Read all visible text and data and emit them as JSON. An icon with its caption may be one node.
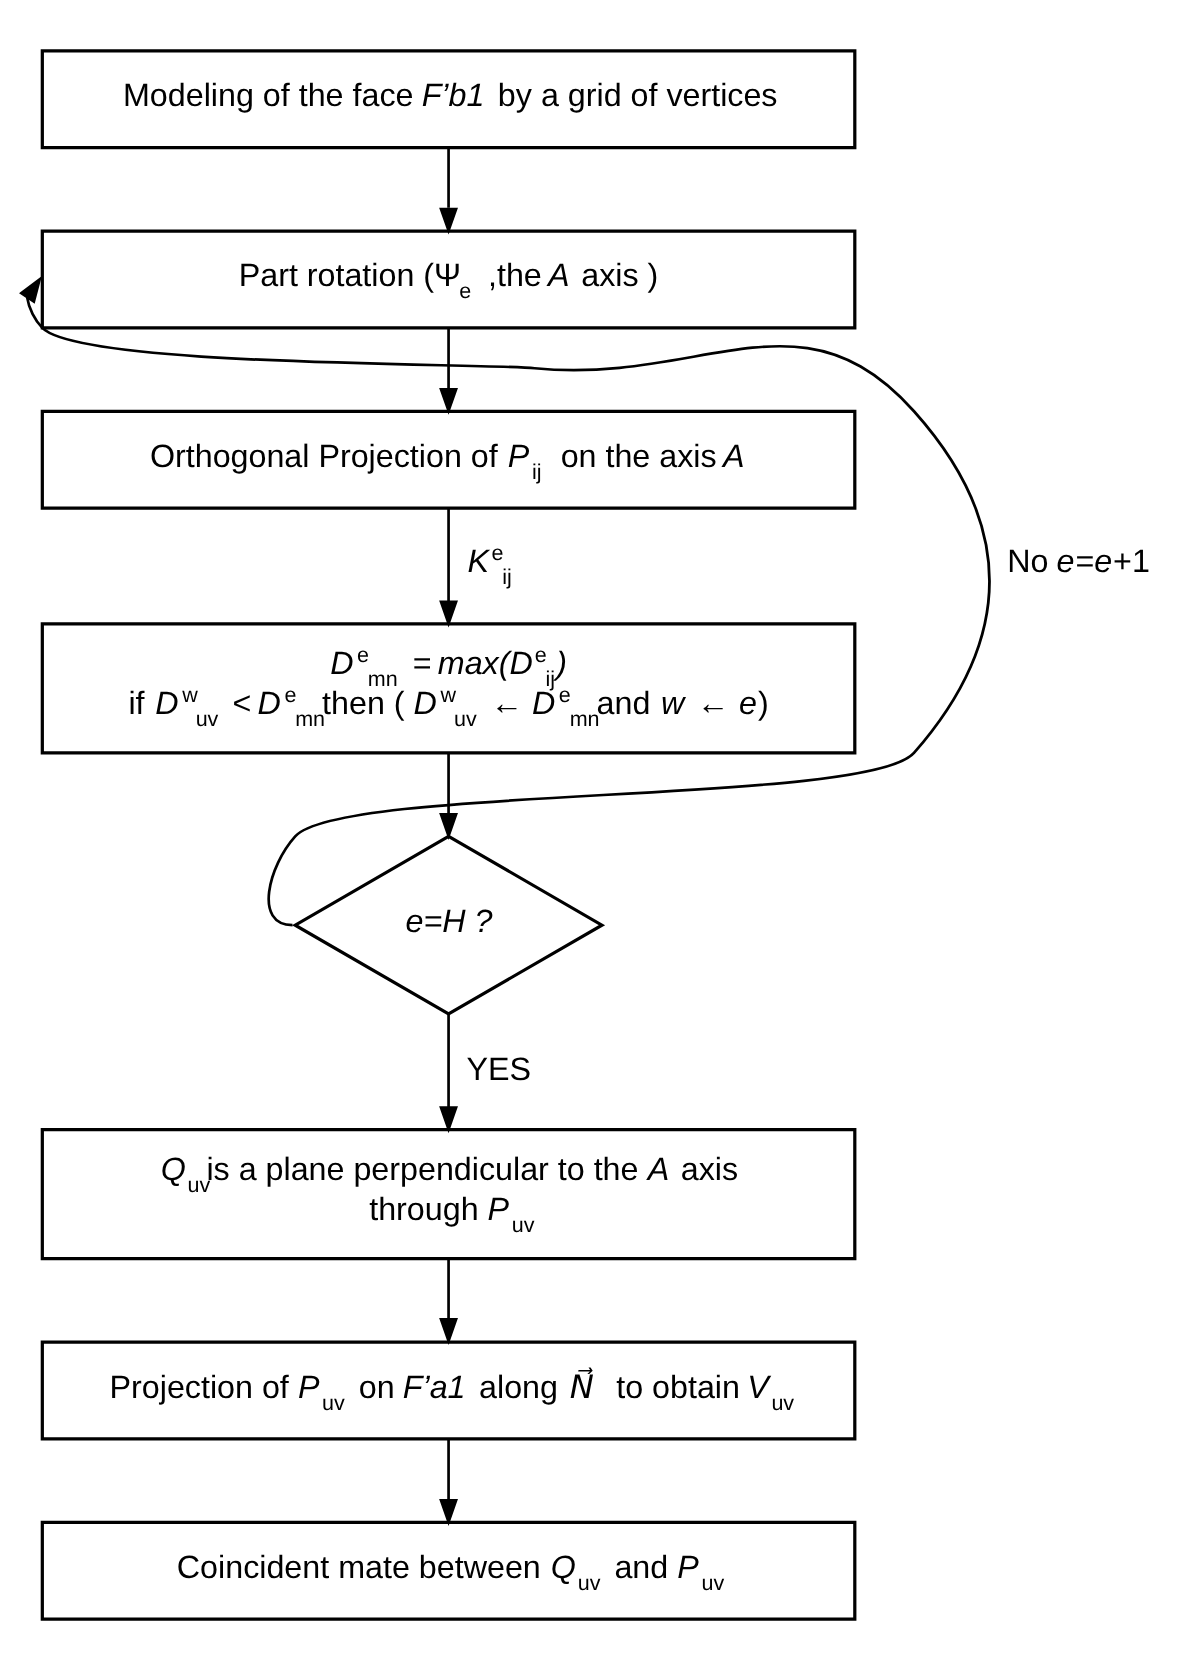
{
  "diagram": {
    "nodes": [
      {
        "text": [
          "Modeling of the face *F’b1* by a grid of vertices"
        ]
      },
      {
        "text": [
          "Part rotation (Ψ$_{e}$ ,the *A* axis )"
        ]
      },
      {
        "text": [
          "Orthogonal Projection of *P*$_{ij}$ on the axis *A*"
        ]
      },
      {
        "text": [
          "*D*$^{e}$$_{mn}$ = *max(D*$^{e}$$_{ij}$*)*",
          "if *D*$^{w}$$_{uv}$ < *D*$^{e}$$_{mn}$then ( *D*$^{w}$$_{uv}$ ← *D*$^{e}$$_{mn}$and *w* ← *e*)"
        ]
      },
      {
        "text": [
          "*e=H ?*"
        ]
      },
      {
        "text": [
          "*Q*$_{uv}$is a plane perpendicular to the *A* axis through *P*$_{uv}$"
        ]
      },
      {
        "text": [
          "Projection of *P*$_{uv}$ on *F’a1* along *N⃗* to obtain *V*$_{uv}$"
        ]
      },
      {
        "text": [
          "Coincident mate between *Q*$_{uv}$ and *P*$_{uv}$"
        ]
      }
    ],
    "edges": [
      {
        "from": 0,
        "to": 1,
        "arrow": "to"
      },
      {
        "from": 1,
        "to": 2,
        "arrow": "to"
      },
      {
        "from": 2,
        "to": 3,
        "arrow": "to",
        "label": "*K*$^{e}$$_{ij}$"
      },
      {
        "from": 3,
        "to": 4,
        "arrow": "to"
      },
      {
        "from": 4,
        "to": 1,
        "arrow": "to",
        "label": "No *e*=*e*+1"
      },
      {
        "from": 4,
        "to": 5,
        "arrow": "to",
        "label": "YES"
      },
      {
        "from": 5,
        "to": 6,
        "arrow": "to"
      },
      {
        "from": 6,
        "to": 7,
        "arrow": "to"
      }
    ]
  }
}
